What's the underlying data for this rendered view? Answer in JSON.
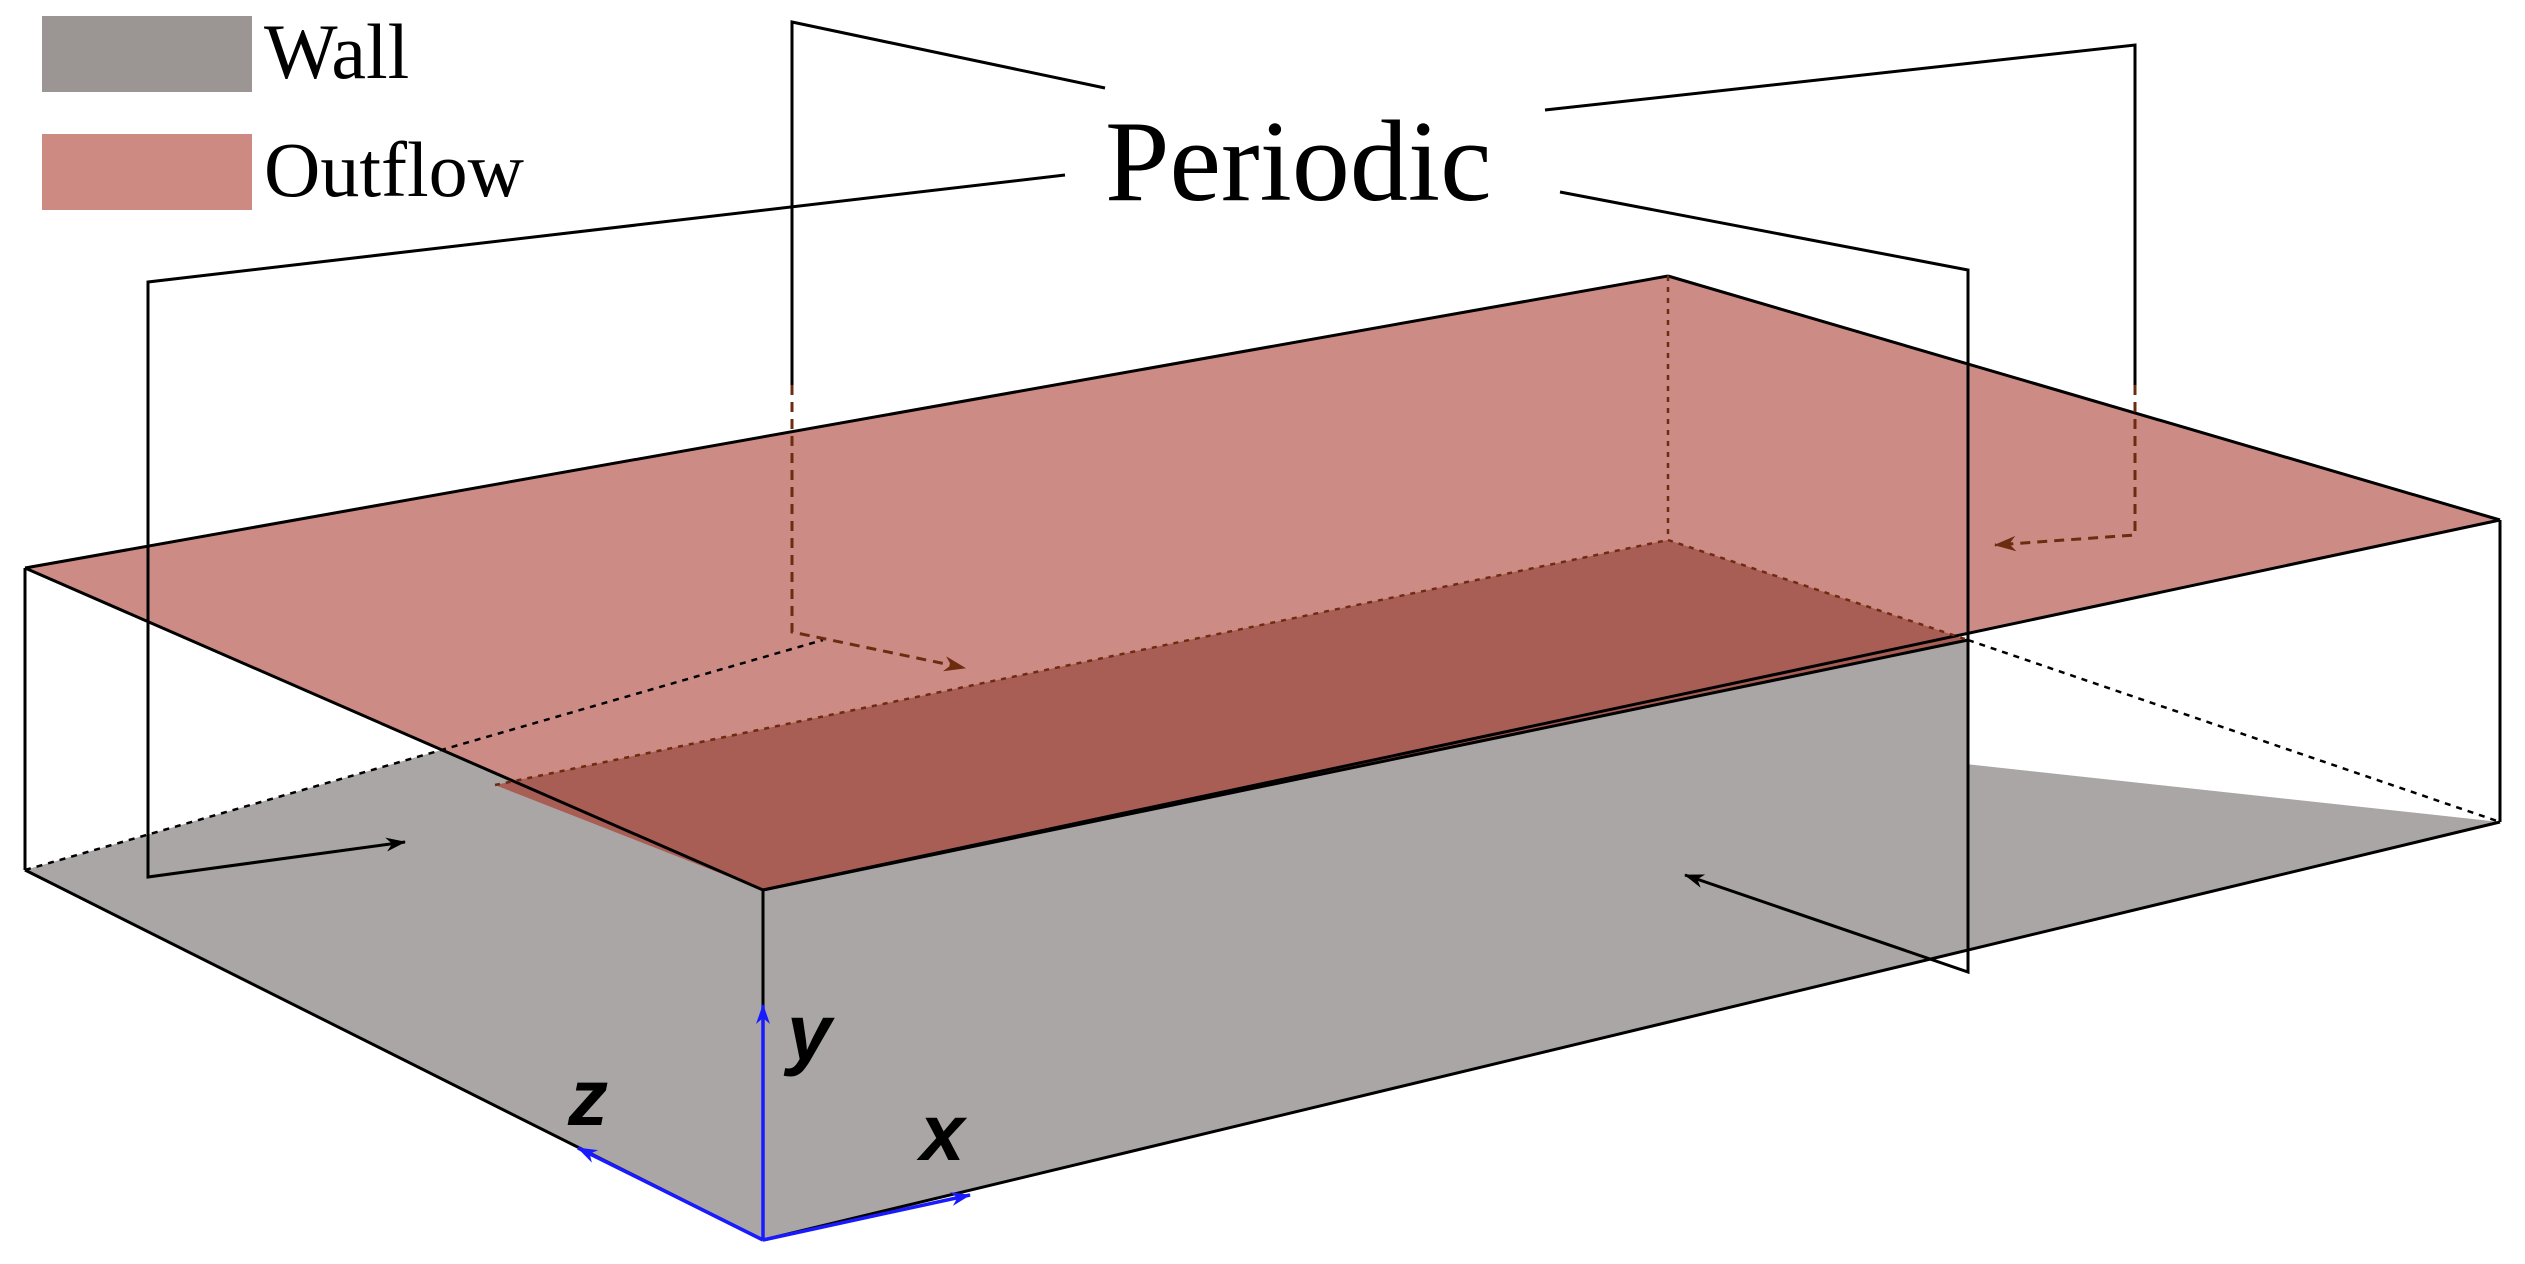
{
  "legend": {
    "items": [
      {
        "label": "Wall",
        "color": "#9b9693"
      },
      {
        "label": "Outflow",
        "color": "#cd8a83"
      }
    ]
  },
  "annotation": {
    "label": "Periodic"
  },
  "axes": {
    "x": "x",
    "y": "y",
    "z": "z",
    "color": "#1a1aff"
  },
  "colors": {
    "wall": "#a9a6a5",
    "outflow_top": "#cd8b85",
    "outflow_overlap": "#a95e55",
    "arrow_dark": "#6b2c10",
    "line": "#000000"
  }
}
